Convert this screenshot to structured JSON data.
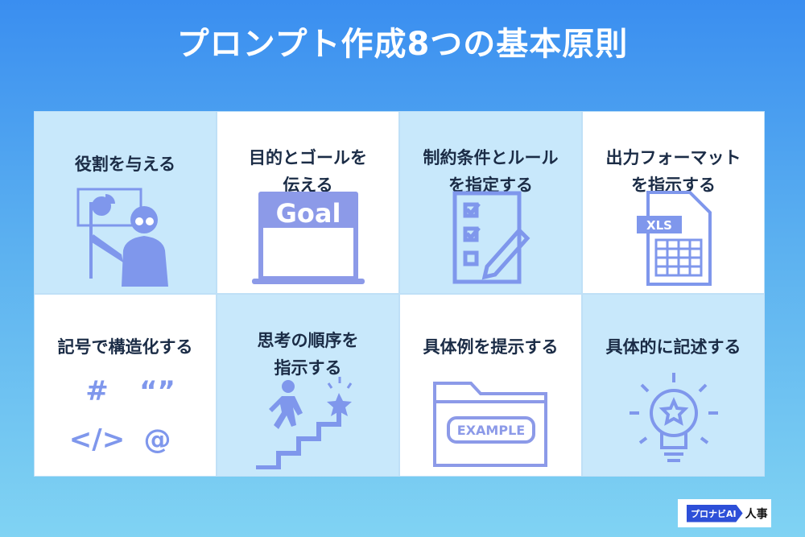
{
  "title": "プロンプト作成8つの基本原則",
  "cells": [
    {
      "line1": "役割を与える",
      "line2": "",
      "icon": "presenter-icon"
    },
    {
      "line1": "目的とゴールを",
      "line2": "伝える",
      "icon": "goal-board-icon",
      "icon_text": "Goal"
    },
    {
      "line1": "制約条件とルール",
      "line2": "を指定する",
      "icon": "checklist-pencil-icon"
    },
    {
      "line1": "出力フォーマット",
      "line2": "を指示する",
      "icon": "xls-file-icon",
      "icon_text": "XLS"
    },
    {
      "line1": "記号で構造化する",
      "line2": "",
      "icon": "symbols-icon",
      "symbols": [
        "#",
        "“”",
        "</>",
        "@"
      ]
    },
    {
      "line1": "思考の順序を",
      "line2": "指示する",
      "icon": "stairs-star-icon"
    },
    {
      "line1": "具体例を提示する",
      "line2": "",
      "icon": "example-folder-icon",
      "icon_text": "EXAMPLE"
    },
    {
      "line1": "具体的に記述する",
      "line2": "",
      "icon": "lightbulb-star-icon"
    }
  ],
  "logo": {
    "brand": "プロナビAI",
    "suffix": "人事"
  },
  "colors": {
    "icon": "#7f97ec",
    "light_cell": "#c8e8fb",
    "text": "#1b2c46"
  }
}
